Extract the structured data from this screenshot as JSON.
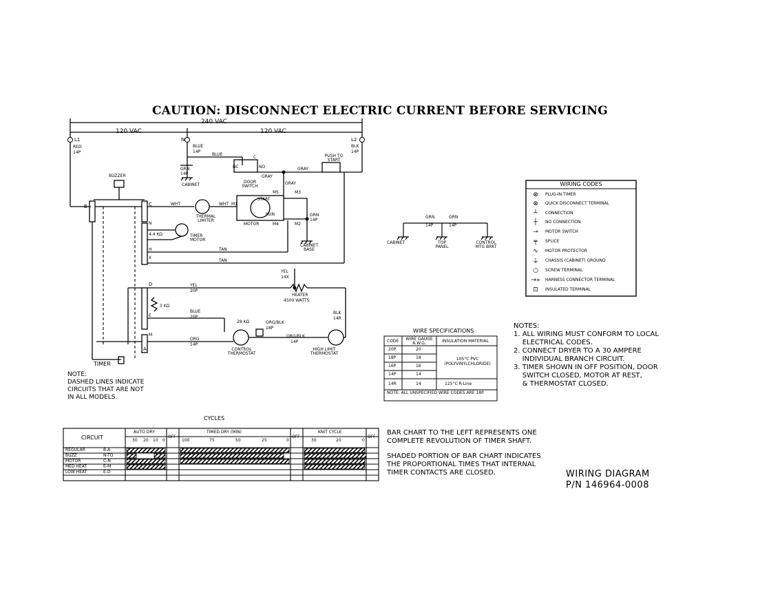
{
  "caution": "CAUTION: DISCONNECT ELECTRIC CURRENT BEFORE SERVICING",
  "supply": {
    "v240": "240 VAC",
    "v120_left": "120 VAC",
    "v120_right": "120 VAC",
    "l1": "L1",
    "l2": "L2",
    "n": "N",
    "red": "RED",
    "red_gauge": "14P",
    "blu_n": "BLUE",
    "blu_n_gauge": "14P",
    "blk": "BLK",
    "blk_gauge": "14P"
  },
  "schematic": {
    "buzzer": "BUZZER",
    "term_b": "B",
    "term_c": "C",
    "term_n": "N",
    "term_h": "H",
    "term_x": "X",
    "term_d": "D",
    "term_e": "E",
    "term_m": "M",
    "term_a": "A",
    "res_44k": "4.4 KΩ",
    "res_3k": "3 KΩ",
    "timer_motor": "TIMER MOTOR",
    "timer": "TIMER",
    "wht1": "WHT",
    "wht2": "WHT",
    "m1": "M1",
    "thermal_limiter": "THERMAL LIMITER",
    "motor": "MOTOR",
    "start": "START",
    "run": "RUN",
    "m5": "M5",
    "m3": "M3",
    "m4": "M4",
    "m2": "M2",
    "tan1": "TAN",
    "tan2": "TAN",
    "blue_wire": "BLUE",
    "grn": "GRN",
    "grn_gauge": "14P",
    "cabinet": "CABINET",
    "nc": "NC",
    "no": "NO",
    "c": "C",
    "door_switch": "DOOR SWITCH",
    "gray1": "GRAY",
    "gray2": "GRAY",
    "gray3": "GRAY",
    "push_to_start": "PUSH TO START",
    "grn2": "GRN",
    "grn2_gauge": "14P",
    "cabinet_base": "CABINET BASE",
    "yel": "YEL",
    "yel_gauge": "20P",
    "yel2": "YEL",
    "yel2_gauge": "14X",
    "heater": "HEATER",
    "heater_watts": "4500 WATTS",
    "blue2": "BLUE",
    "blue2_gauge": "20P",
    "res_28k": "28 KΩ",
    "org_blk": "ORG/BLK",
    "org_blk_gauge": "18P",
    "org": "ORG",
    "org_gauge": "14P",
    "org_blk2": "ORG/BLK",
    "org_blk2_gauge": "14P",
    "control_thermostat": "CONTROL THERMOSTAT",
    "blk2": "BLK",
    "blk2_gauge": "14R",
    "high_limit": "HIGH LIMIT THERMOSTAT"
  },
  "ground": {
    "grn_a": "GRN",
    "grn_a_gauge": "14P",
    "grn_b": "GRN",
    "grn_b_gauge": "14P",
    "cabinet": "CABINET",
    "top_panel": "TOP PANEL",
    "control_mtg": "CONTROL MTG BRKT"
  },
  "dashed_note": {
    "title": "NOTE:",
    "lines": [
      "DASHED LINES INDICATE",
      "CIRCUITS THAT ARE NOT",
      "IN ALL MODELS."
    ]
  },
  "wiring_codes": {
    "title": "WIRING CODES",
    "items": [
      {
        "icon": "plug-in-timer-icon",
        "symbol": "⊗",
        "label": "PLUG-IN TIMER"
      },
      {
        "icon": "quick-disconnect-icon",
        "symbol": "⊗",
        "label": "QUICK DISCONNECT TERMINAL"
      },
      {
        "icon": "connection-icon",
        "symbol": "┴",
        "label": "CONNECTION"
      },
      {
        "icon": "no-connection-icon",
        "symbol": "┼",
        "label": "NO CONNECTION"
      },
      {
        "icon": "motor-switch-icon",
        "symbol": "⊸",
        "label": "MOTOR SWITCH"
      },
      {
        "icon": "splice-icon",
        "symbol": "╤",
        "label": "SPLICE"
      },
      {
        "icon": "motor-protector-icon",
        "symbol": "∿",
        "label": "MOTOR PROTECTOR"
      },
      {
        "icon": "chassis-ground-icon",
        "symbol": "⏚",
        "label": "CHASSIS (CABINET) GROUND"
      },
      {
        "icon": "screw-terminal-icon",
        "symbol": "○",
        "label": "SCREW TERMINAL"
      },
      {
        "icon": "harness-connector-icon",
        "symbol": "→»",
        "label": "HARNESS CONNECTOR TERMINAL"
      },
      {
        "icon": "insulated-terminal-icon",
        "symbol": "⊡",
        "label": "INSULATED TERMINAL"
      }
    ]
  },
  "wire_specs": {
    "title": "WIRE SPECIFICATIONS",
    "headers": [
      "CODE",
      "WIRE GAUGE A.W.G.",
      "INSULATION MATERIAL"
    ],
    "rows": [
      [
        "20P",
        "20"
      ],
      [
        "18P",
        "18"
      ],
      [
        "16P",
        "16"
      ],
      [
        "14P",
        "14"
      ],
      [
        "14R",
        "14"
      ]
    ],
    "pvc": "105°C PVC (POLYVINYLCHLORIDE)",
    "rubber": "125°C R-Line",
    "note": "NOTE: ALL UNSPECIFIED WIRE CODES ARE 18P."
  },
  "notes": {
    "title": "NOTES:",
    "lines": [
      "1. ALL WIRING MUST CONFORM TO LOCAL",
      "    ELECTRICAL CODES.",
      "2. CONNECT DRYER TO A 30 AMPERE",
      "    INDIVIDUAL BRANCH CIRCUIT.",
      "3. TIMER SHOWN IN OFF POSITION, DOOR",
      "    SWITCH CLOSED, MOTOR AT REST,",
      "    & THERMOSTAT CLOSED."
    ]
  },
  "cycles": {
    "title": "CYCLES",
    "circuit": "CIRCUIT",
    "auto_dry": "AUTO DRY",
    "auto_dry_ticks": [
      "30",
      "20",
      "10",
      "0"
    ],
    "off1": "OFF",
    "timed_dry": "TIMED DRY (MIN)",
    "timed_dry_ticks": [
      "100",
      "75",
      "50",
      "25",
      "0"
    ],
    "off2": "OFF",
    "knit_cycle": "KNIT CYCLE",
    "knit_ticks": [
      "30",
      "20",
      "0"
    ],
    "off3": "OFF",
    "rows": [
      {
        "name": "REGULAR",
        "contacts": "B-A"
      },
      {
        "name": "BUZZ",
        "contacts": "N-TO"
      },
      {
        "name": "MOTOR",
        "contacts": "C-N"
      },
      {
        "name": "MED HEAT",
        "contacts": "E-M"
      },
      {
        "name": "LOW HEAT",
        "contacts": "E-D"
      }
    ]
  },
  "bar_notes": {
    "p1": [
      "BAR CHART TO THE LEFT REPRESENTS ONE",
      "COMPLETE REVOLUTION OF TIMER SHAFT."
    ],
    "p2": [
      "SHADED PORTION OF BAR CHART INDICATES",
      "THE PROPORTIONAL TIMES THAT INTERNAL",
      "TIMER CONTACTS ARE CLOSED."
    ]
  },
  "footer": {
    "title": "WIRING DIAGRAM",
    "part": "P/N 146964-0008"
  }
}
